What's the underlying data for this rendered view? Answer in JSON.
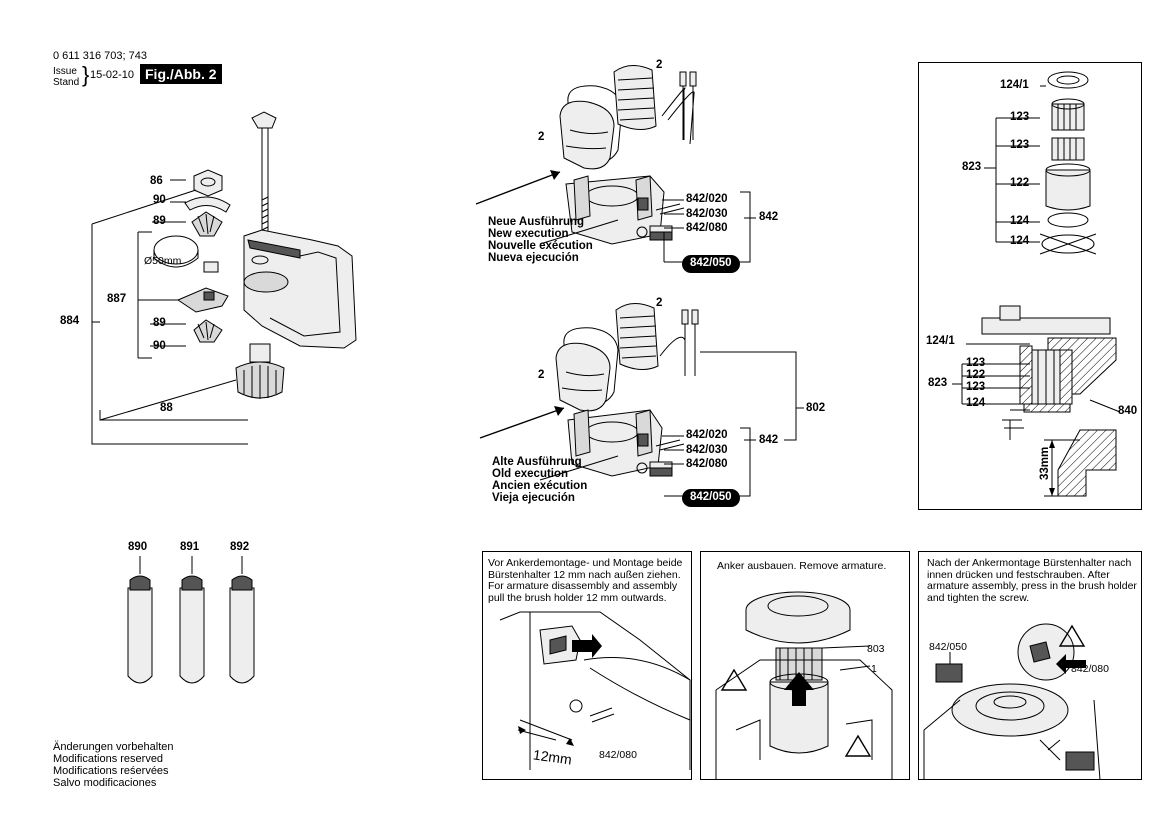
{
  "header": {
    "part_number": "0 611 316 703; 743",
    "issue_label_1": "Issue",
    "issue_label_2": "Stand",
    "date": "15-02-10",
    "figure": "Fig./Abb. 2"
  },
  "left_assembly": {
    "labels": {
      "l86": "86",
      "l90a": "90",
      "l89a": "89",
      "diameter": "Ø50mm",
      "l887": "887",
      "l884": "884",
      "l89b": "89",
      "l90b": "90",
      "l88": "88"
    }
  },
  "brush_new": {
    "label_2a": "2",
    "label_2b": "2",
    "p842_020": "842/020",
    "p842_030": "842/030",
    "p842_080": "842/080",
    "p842": "842",
    "p842_050": "842/050",
    "caption": [
      "Neue Ausführung",
      "New execution",
      "Nouvelle exécution",
      "Nueva ejecución"
    ]
  },
  "brush_old": {
    "label_2a": "2",
    "label_2b": "2",
    "p842_020": "842/020",
    "p842_030": "842/030",
    "p842_080": "842/080",
    "p842": "842",
    "p842_050": "842/050",
    "p802": "802",
    "caption": [
      "Alte Ausführung",
      "Old execution",
      "Ancien exécution",
      "Vieja ejecución"
    ]
  },
  "right_panel": {
    "l124_1": "124/1",
    "l123a": "123",
    "l123b": "123",
    "l823": "823",
    "l122": "122",
    "l124a": "124",
    "l124b": "124",
    "s124_1": "124/1",
    "s123a": "123",
    "s122": "122",
    "s823": "823",
    "s123b": "123",
    "s124": "124",
    "s840": "840",
    "s33mm": "33mm"
  },
  "tubes": [
    "890",
    "891",
    "892"
  ],
  "instructions": {
    "step1": {
      "text_de": "Vor Ankerdemontage- und Montage beide Bürstenhalter 12 mm nach außen ziehen.",
      "text_en": "For armature disassembly and assembly pull the brush holder 12 mm outwards.",
      "dim": "12mm",
      "part": "842/080"
    },
    "step2": {
      "text": "Anker ausbauen. Remove armature.",
      "p803": "803",
      "p1": "1"
    },
    "step3": {
      "text_de": "Nach der Ankermontage Bürstenhalter nach innen drücken und festschrauben.",
      "text_en": "After armature assembly, press in the brush holder and tighten the screw.",
      "p842_050": "842/050",
      "p842_080": "842/080"
    }
  },
  "footer": {
    "lines": [
      "Änderungen vorbehalten",
      "Modifications reserved",
      "Modifications reśervées",
      "Salvo modificaciones"
    ]
  }
}
